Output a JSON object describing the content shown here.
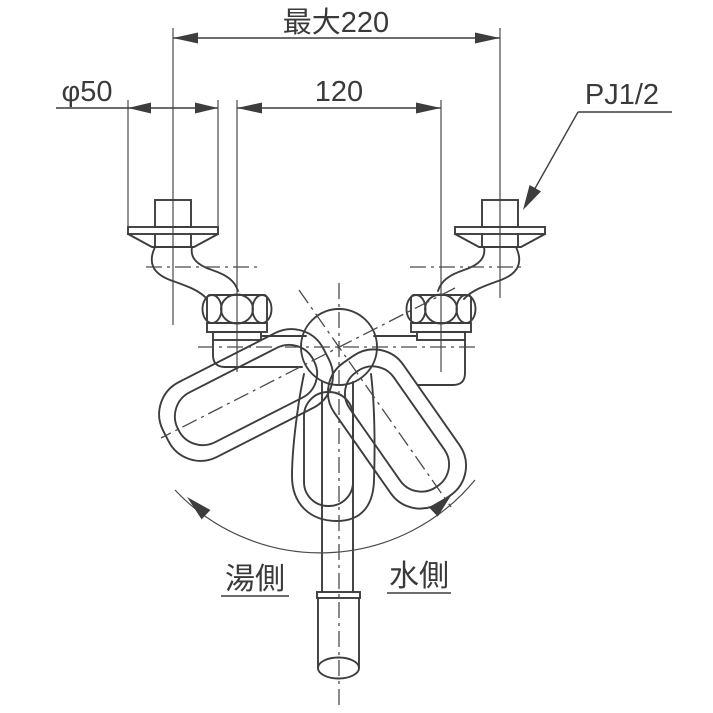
{
  "drawing": {
    "title": "faucet-dimension-diagram",
    "background_color": "#ffffff",
    "line_color": "#3d3d3d",
    "dimensions": {
      "max_width": {
        "label": "最大220"
      },
      "center_distance": {
        "label": "120"
      },
      "flange_diameter": {
        "label": "φ50"
      },
      "thread_size": {
        "label": "PJ1/2"
      }
    },
    "annotations": {
      "hot_side": "湯側",
      "cold_side": "水側"
    }
  }
}
